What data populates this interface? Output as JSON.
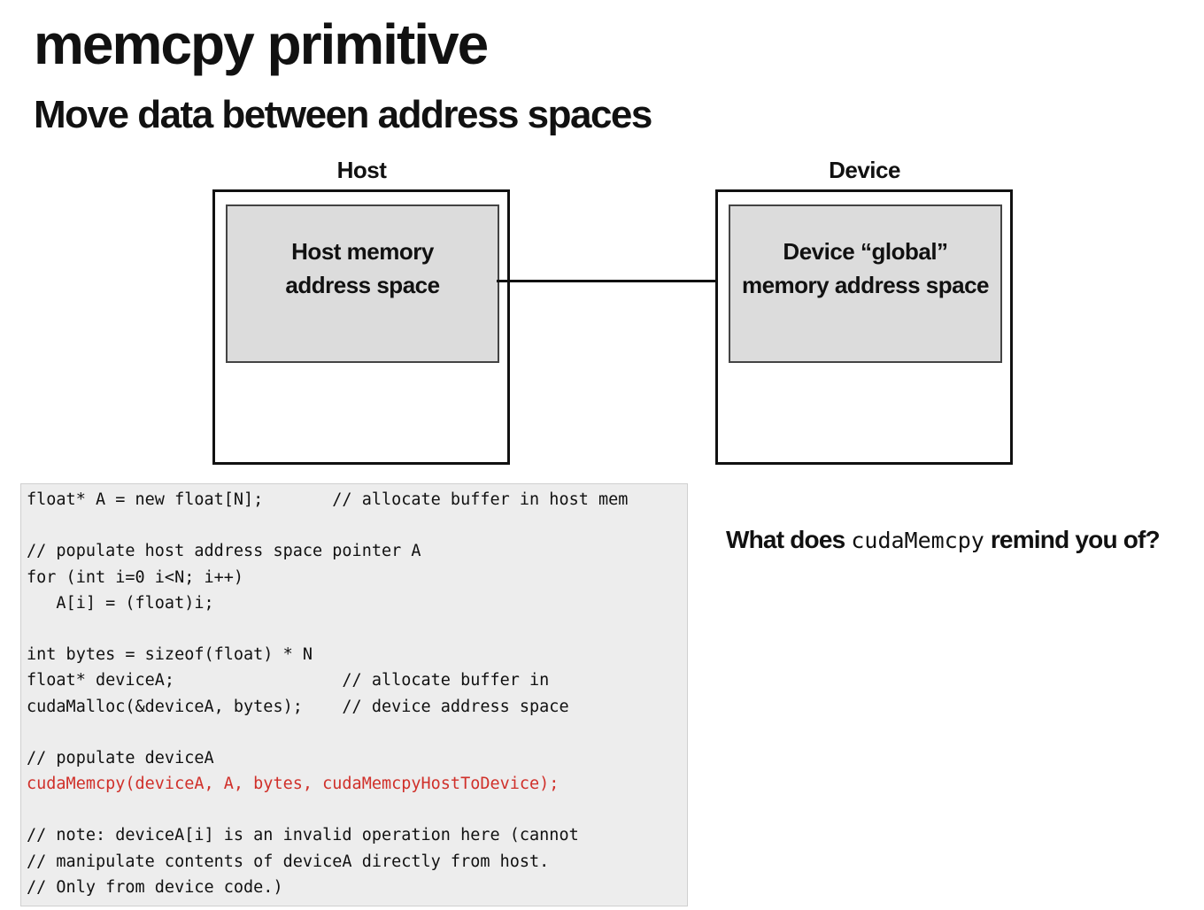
{
  "slide": {
    "title": "memcpy primitive",
    "subtitle": "Move data between address spaces"
  },
  "diagram": {
    "host": {
      "label": "Host",
      "memory_line1": "Host memory",
      "memory_line2": "address space"
    },
    "device": {
      "label": "Device",
      "memory_line1": "Device “global”",
      "memory_line2": "memory address space"
    }
  },
  "code": {
    "lines": [
      {
        "text": "float* A = new float[N];       // allocate buffer in host mem",
        "highlight": false
      },
      {
        "text": "",
        "highlight": false
      },
      {
        "text": "// populate host address space pointer A",
        "highlight": false
      },
      {
        "text": "for (int i=0 i<N; i++)",
        "highlight": false
      },
      {
        "text": "   A[i] = (float)i;",
        "highlight": false
      },
      {
        "text": "",
        "highlight": false
      },
      {
        "text": "int bytes = sizeof(float) * N",
        "highlight": false
      },
      {
        "text": "float* deviceA;                 // allocate buffer in",
        "highlight": false
      },
      {
        "text": "cudaMalloc(&deviceA, bytes);    // device address space",
        "highlight": false
      },
      {
        "text": "",
        "highlight": false
      },
      {
        "text": "// populate deviceA",
        "highlight": false
      },
      {
        "text": "cudaMemcpy(deviceA, A, bytes, cudaMemcpyHostToDevice);",
        "highlight": true
      },
      {
        "text": "",
        "highlight": false
      },
      {
        "text": "// note: deviceA[i] is an invalid operation here (cannot",
        "highlight": false
      },
      {
        "text": "// manipulate contents of deviceA directly from host.",
        "highlight": false
      },
      {
        "text": "// Only from device code.)",
        "highlight": false
      }
    ],
    "highlight_color": "#d0302a"
  },
  "question": {
    "before": "What does ",
    "code": "cudaMemcpy",
    "after": " remind you of?"
  }
}
